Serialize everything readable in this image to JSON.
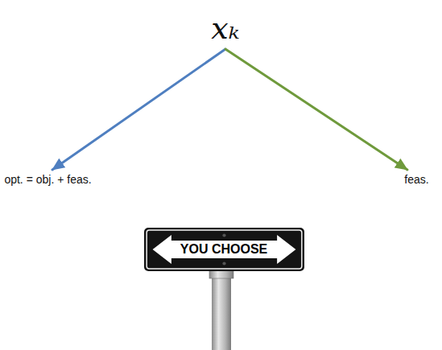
{
  "diagram": {
    "nodes": [
      {
        "text": [
          "xₖ"
        ]
      },
      {
        "text": [
          "opt. = obj. + feas."
        ]
      },
      {
        "text": [
          "feas."
        ]
      },
      {
        "text": [
          "YOU CHOOSE"
        ]
      }
    ],
    "edges": [
      {
        "from": 0,
        "to": 1,
        "arrow": "to"
      },
      {
        "from": 0,
        "to": 2,
        "arrow": "to"
      }
    ]
  }
}
